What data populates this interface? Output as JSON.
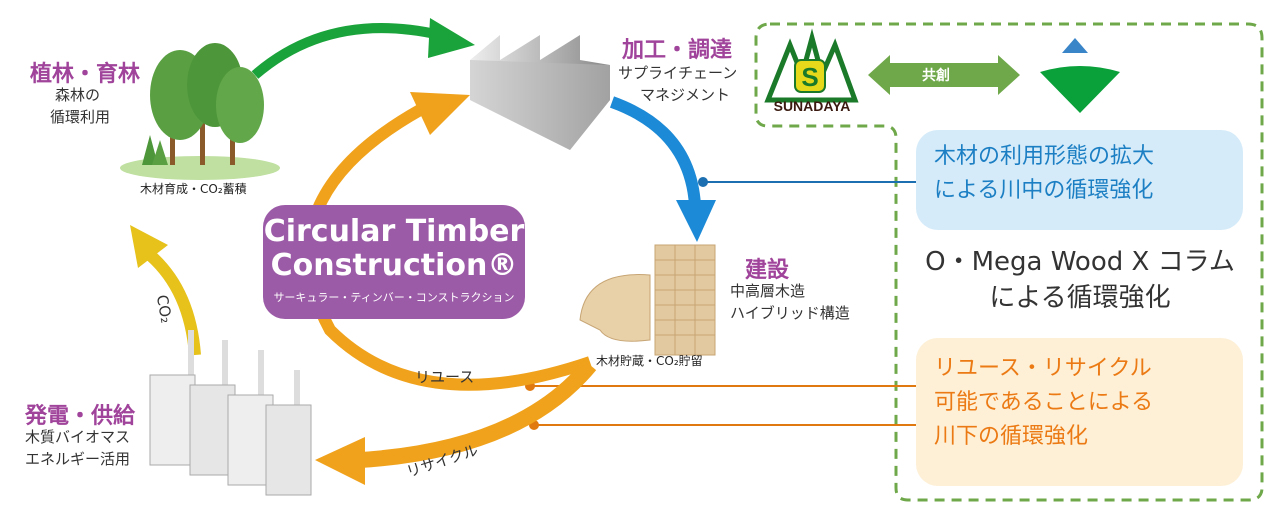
{
  "forest": {
    "title": "植林・育林",
    "sub1": "森林の",
    "sub2": "循環利用",
    "caption": "木材育成・CO₂蓄積"
  },
  "processing": {
    "title": "加工・調達",
    "sub1": "サプライチェーン",
    "sub2": "マネジメント"
  },
  "construction": {
    "title": "建設",
    "sub1": "中高層木造",
    "sub2": "ハイブリッド構造",
    "caption": "木材貯蔵・CO₂貯留"
  },
  "power": {
    "title": "発電・供給",
    "sub1": "木質バイオマス",
    "sub2": "エネルギー活用"
  },
  "arrows": {
    "co2": "CO₂",
    "reuse": "リユース",
    "recycle": "リサイクル"
  },
  "center": {
    "line1": "Circular Timber",
    "line2": "Construction®",
    "line3": "サーキュラー・ティンバー・コンストラクション"
  },
  "partners": {
    "logo": "SUNADAYA",
    "cocreation": "共創"
  },
  "midstream": {
    "line1": "木材の利用形態の拡大",
    "line2": "による川中の循環強化"
  },
  "omega": {
    "line1": "O・Mega Wood X コラム",
    "line2": "による循環強化"
  },
  "downstream": {
    "line1": "リユース・リサイクル",
    "line2": "可能であることによる",
    "line3": "川下の循環強化"
  },
  "colors": {
    "purple": "#9c5ba7",
    "green": "#1aa33a",
    "blue": "#1c8ad6",
    "orange": "#f0a21c",
    "dashed": "#6fa84a"
  }
}
